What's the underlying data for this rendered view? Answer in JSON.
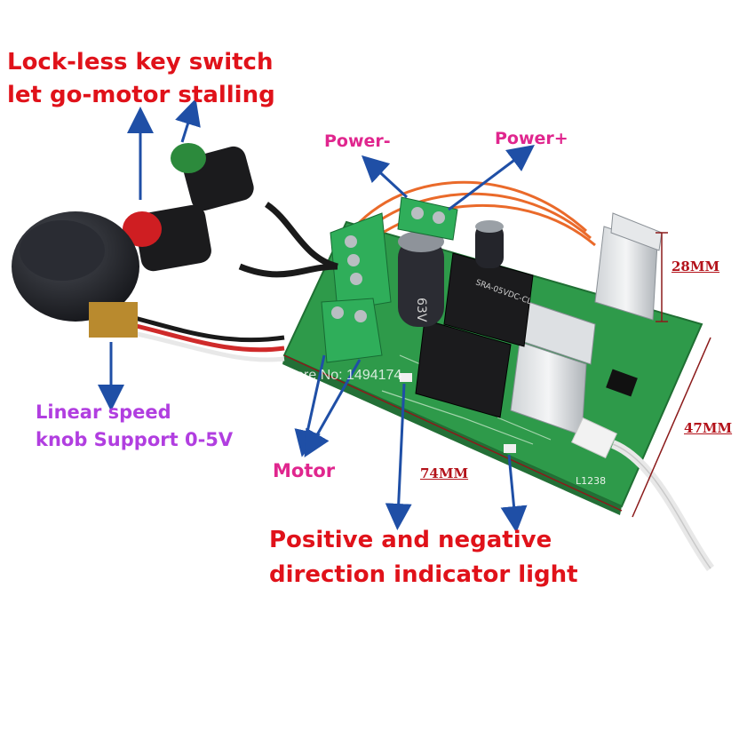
{
  "labels": {
    "switch_line1": "Lock-less key switch",
    "switch_line2": "let go-motor stalling",
    "power_minus": "Power-",
    "power_plus": "Power+",
    "knob_line1": "Linear speed",
    "knob_line2": "knob Support 0-5V",
    "motor": "Motor",
    "indicator_line1": "Positive and negative",
    "indicator_line2": "direction indicator light"
  },
  "dimensions": {
    "height": "28MM",
    "width": "47MM",
    "length": "74MM"
  },
  "watermark": "Store No: 1494174",
  "board_marks": {
    "chip": "L1238",
    "relay": "SRA-05VDC-CL",
    "capacitor": "63V"
  },
  "colors": {
    "pcb": "#2e9a4a",
    "terminal": "#2fae5a",
    "label_red": "#e0121a",
    "label_pink": "#e0268e",
    "label_purple": "#b13ee0",
    "arrow": "#1f4fa6",
    "dimension_line": "#8b1a1a"
  }
}
